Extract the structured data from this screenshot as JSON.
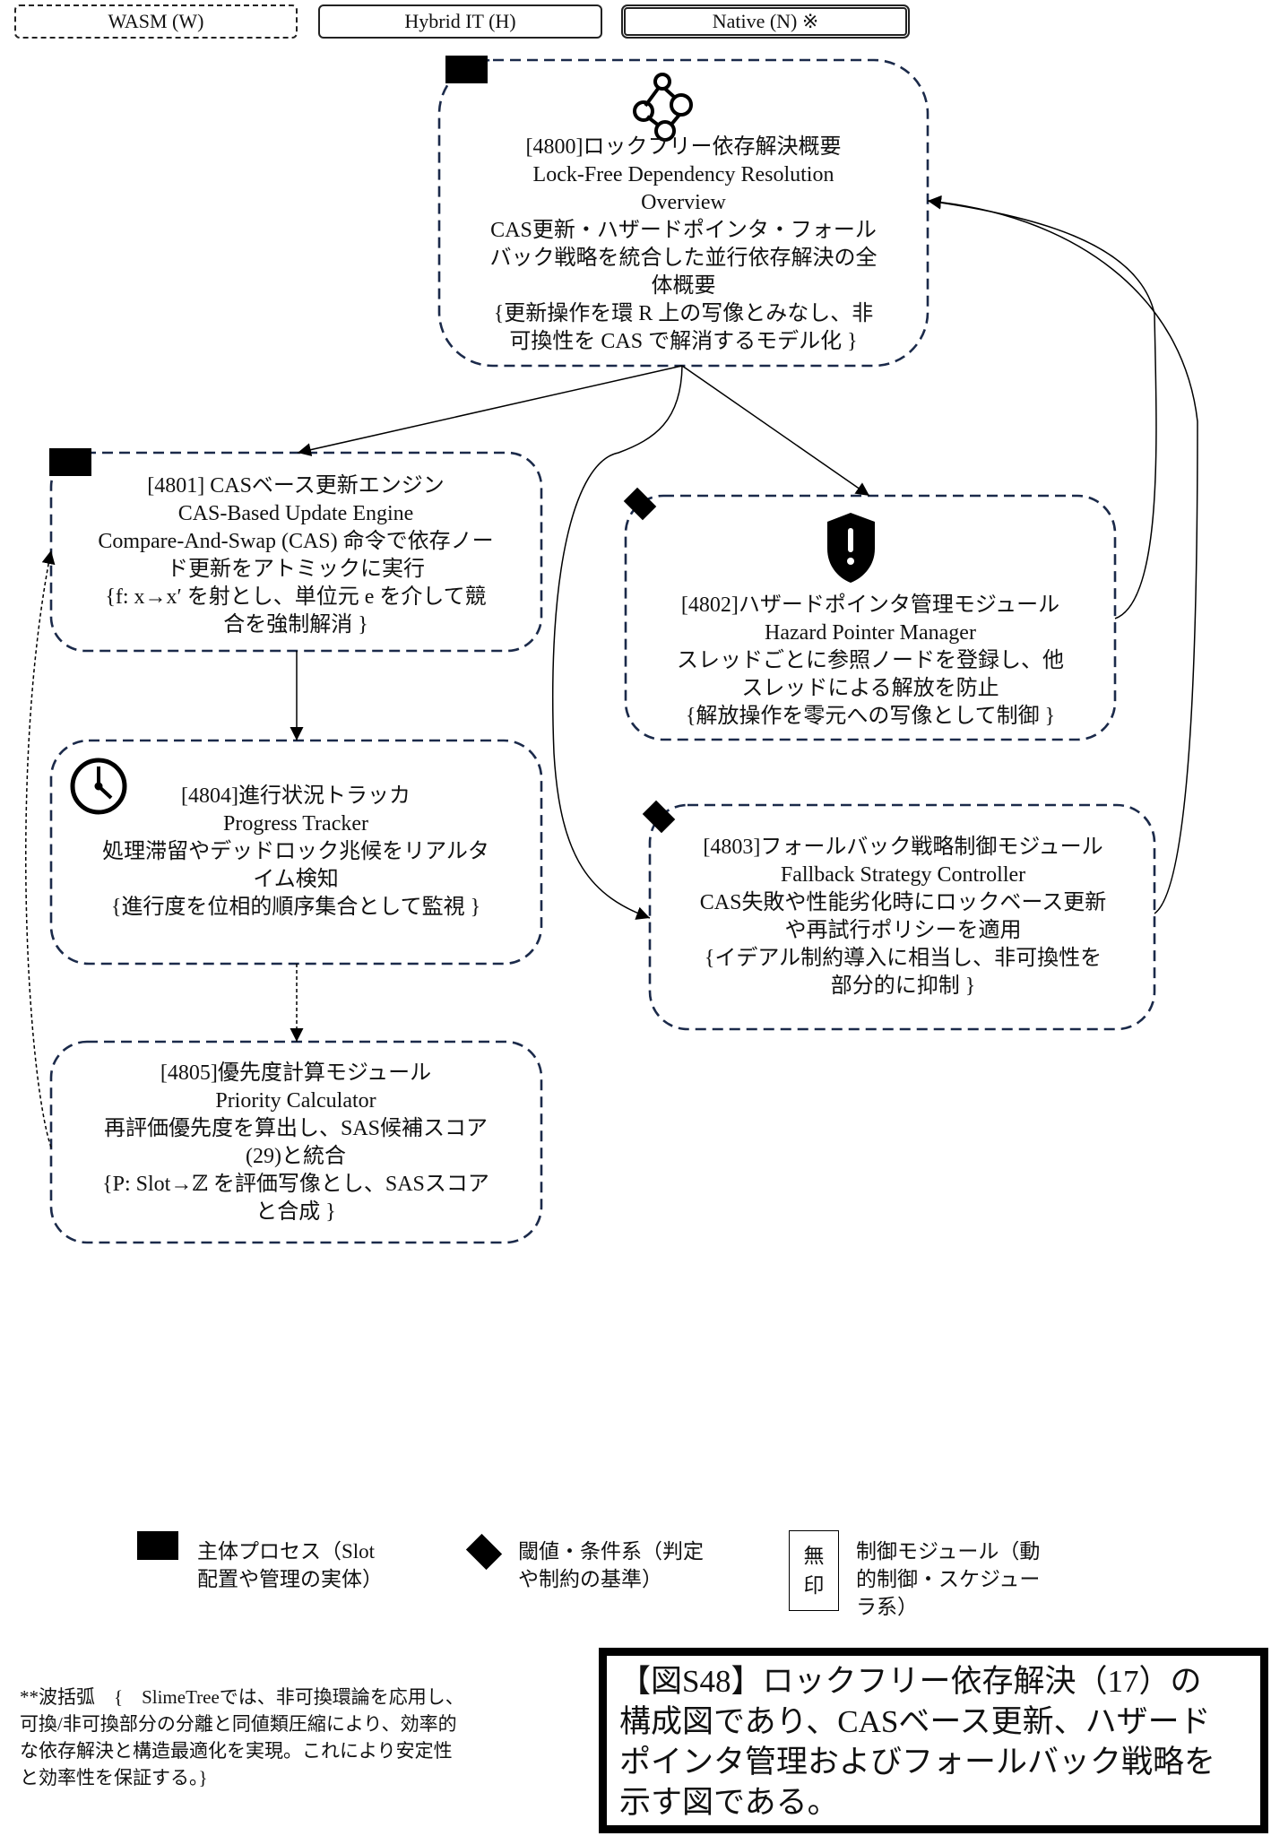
{
  "legend_top": {
    "wasm": "WASM (W)",
    "hybrid": "Hybrid IT (H)",
    "native": "Native (N) ※"
  },
  "nodes": {
    "n4800": {
      "title": "[4800]ロックフリー依存解決概要",
      "en_line1": "Lock-Free Dependency Resolution",
      "en_line2": "Overview",
      "desc_line1": "CAS更新・ハザードポインタ・フォール",
      "desc_line2": "バック戦略を統合した並行依存解決の全",
      "desc_line3": "体概要",
      "math_line1": "{更新操作を環 R 上の写像とみなし、非",
      "math_line2": "可換性を CAS で解消するモデル化 }",
      "icon": "network-nodes-icon",
      "marker": "square"
    },
    "n4801": {
      "title": "[4801] CASベース更新エンジン",
      "en_line1": "CAS-Based Update Engine",
      "desc_line1": "Compare-And-Swap (CAS) 命令で依存ノー",
      "desc_line2": "ド更新をアトミックに実行",
      "math_line1": "{f: x→x′ を射とし、単位元 e を介して競",
      "math_line2": "合を強制解消 }",
      "marker": "square"
    },
    "n4802": {
      "title": "[4802]ハザードポインタ管理モジュール",
      "en_line1": "Hazard Pointer Manager",
      "desc_line1": "スレッドごとに参照ノードを登録し、他",
      "desc_line2": "スレッドによる解放を防止",
      "math_line1": "{解放操作を零元への写像として制御 }",
      "icon": "shield-alert-icon",
      "marker": "diamond"
    },
    "n4803": {
      "title": "[4803]フォールバック戦略制御モジュール",
      "en_line1": "Fallback Strategy Controller",
      "desc_line1": "CAS失敗や性能劣化時にロックベース更新",
      "desc_line2": "や再試行ポリシーを適用",
      "math_line1": "{イデアル制約導入に相当し、非可換性を",
      "math_line2": "部分的に抑制 }",
      "marker": "diamond"
    },
    "n4804": {
      "title": "[4804]進行状況トラッカ",
      "en_line1": "Progress Tracker",
      "desc_line1": "処理滞留やデッドロック兆候をリアルタ",
      "desc_line2": "イム検知",
      "math_line1": "{進行度を位相的順序集合として監視 }",
      "icon": "clock-icon"
    },
    "n4805": {
      "title": "[4805]優先度計算モジュール",
      "en_line1": "Priority Calculator",
      "desc_line1": "再評価優先度を算出し、SAS候補スコア",
      "desc_line2": "(29)と統合",
      "math_line1": "{P: Slot→ℤ を評価写像とし、SASスコア",
      "math_line2": "と合成 }"
    }
  },
  "legend_bottom": {
    "square_line1": "主体プロセス（Slot",
    "square_line2": "配置や管理の実体）",
    "diamond_line1": "閾値・条件系（判定",
    "diamond_line2": "や制約の基準）",
    "plain_box_line1": "無",
    "plain_box_line2": "印",
    "plain_line1": "制御モジュール（動",
    "plain_line2": "的制御・スケジュー",
    "plain_line3": "ラ系）"
  },
  "footnote": {
    "line1": "**波括弧　{　SlimeTreeでは、非可換環論を応用し、",
    "line2": "可換/非可換部分の分離と同値類圧縮により、効率的",
    "line3": "な依存解決と構造最適化を実現。これにより安定性",
    "line4": "と効率性を保証する。}"
  },
  "caption": {
    "line1": "【図S48】ロックフリー依存解決（17）の",
    "line2": "構成図であり、CASベース更新、ハザード",
    "line3": "ポインタ管理およびフォールバック戦略を",
    "line4": "示す図である。"
  },
  "colors": {
    "node_border": "#1b2a4a",
    "connector": "#000000",
    "marker": "#000000"
  }
}
